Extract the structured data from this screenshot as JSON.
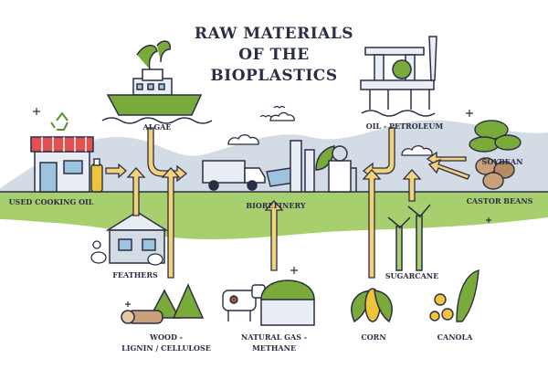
{
  "title": {
    "line1": "RAW MATERIALS",
    "line2": "OF THE",
    "line3": "BIOPLASTICS"
  },
  "hub": {
    "label": "BIOREFINERY"
  },
  "sources": {
    "algae": "ALGAE",
    "oil": "OIL - PETROLEUM",
    "soybean": "SOYBEAN",
    "castor": "CASTOR BEANS",
    "cooking_oil": "USED COOKING OIL",
    "feathers": "FEATHERS",
    "sugarcane": "SUGARCANE",
    "wood_line1": "WOOD -",
    "wood_line2": "LIGNIN / CELLULOSE",
    "gas_line1": "NATURAL GAS -",
    "gas_line2": "METHANE",
    "corn": "CORN",
    "canola": "CANOLA"
  },
  "colors": {
    "ground": "#a8cf6e",
    "ground_dark": "#88b64e",
    "hills": "#d3dbe4",
    "arrow_fill": "#f4d27a",
    "outline": "#2a2e45",
    "boat_green": "#7aab3a",
    "shop_awning": "#e2504f",
    "corn_yellow": "#f0c43a"
  }
}
